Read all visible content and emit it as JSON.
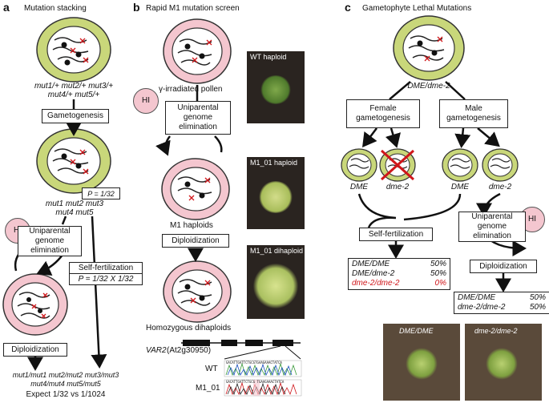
{
  "panel_a": {
    "label": "a",
    "title": "Mutation stacking",
    "genotype1_line1": "mut1/+ mut2/+ mut3/+",
    "genotype1_line2": "mut4/+ mut5/+",
    "gametogenesis": "Gametogenesis",
    "p_value": "P = 1/32",
    "genotype2_line1": "mut1 mut2 mut3",
    "genotype2_line2": "mut4 mut5",
    "hi": "HI",
    "uniparental": "Uniparental genome elimination",
    "self_fert": "Self-fertilization",
    "p_product": "P = 1/32 X 1/32",
    "diploidization": "Diploidization",
    "final_line1": "mut1/mut1 mut2/mut2 mut3/mut3",
    "final_line2": "mut4/mut4 mut5/mut5",
    "expect": "Expect 1/32 vs 1/1024"
  },
  "panel_b": {
    "label": "b",
    "title": "Rapid M1 mutation screen",
    "pollen": "γ-irradiated pollen",
    "hi": "HI",
    "uniparental": "Uniparental genome elimination",
    "m1_haploids": "M1 haploids",
    "diploidization": "Diploidization",
    "homozygous": "Homozygous dihaploids",
    "gene": "VAR2",
    "gene_id": "(At2g30950)",
    "wt": "WT",
    "m1_01": "M1_01",
    "photo1": "WT haploid",
    "photo2": "M1_01 haploid",
    "photo3": "M1_01 dihaploid",
    "seq_wt": "GACATTGATTCTGCGTGAAGAAACTATCA",
    "seq_m1": "GACATTGATTCTGCG TGAAGAAACTATCA"
  },
  "panel_c": {
    "label": "c",
    "title": "Gametophyte Lethal Mutations",
    "genotype": "DME/dme-2",
    "female": "Female gametogenesis",
    "male": "Male gametogenesis",
    "dme1": "DME",
    "dme2": "dme-2",
    "dme3": "DME",
    "dme4": "dme-2",
    "hi": "HI",
    "self_fert": "Self-fertilization",
    "uniparental": "Uniparental genome elimination",
    "diploidization": "Diploidization",
    "res_left": [
      {
        "g": "DME/DME",
        "p": "50%",
        "color": "#111111"
      },
      {
        "g": "DME/dme-2",
        "p": "50%",
        "color": "#111111"
      },
      {
        "g": "dme-2/dme-2",
        "p": "0%",
        "color": "#d0161a"
      }
    ],
    "res_right": [
      {
        "g": "DME/DME",
        "p": "50%"
      },
      {
        "g": "dme-2/dme-2",
        "p": "50%"
      }
    ],
    "photo_left": "DME/DME",
    "photo_right": "dme-2/dme-2"
  }
}
